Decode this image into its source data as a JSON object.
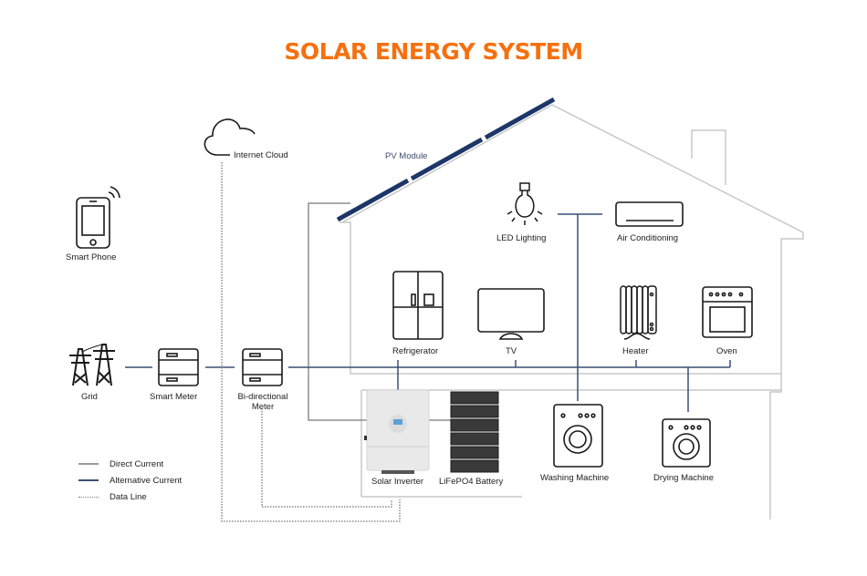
{
  "title": "SOLAR ENERGY SYSTEM",
  "colors": {
    "title": "#f6700f",
    "direct_current": "#9a9a9a",
    "alternative_current": "#3a4f72",
    "data_line": "#8a8a8a",
    "pv_panel": "#1c3668",
    "house_outline": "#c8c8c8",
    "icon_stroke": "#1a1a1a"
  },
  "components": {
    "internet_cloud": "Internet Cloud",
    "smart_phone": "Smart Phone",
    "pv_module": "PV Module",
    "led_lighting": "LED Lighting",
    "air_conditioning": "Air Conditioning",
    "refrigerator": "Refrigerator",
    "tv": "TV",
    "heater": "Heater",
    "oven": "Oven",
    "grid": "Grid",
    "smart_meter": "Smart Meter",
    "bidirectional_meter_line1": "Bi-directional",
    "bidirectional_meter_line2": "Meter",
    "solar_inverter": "Solar Inverter",
    "battery": "LiFePO4 Battery",
    "washing_machine": "Washing Machine",
    "drying_machine": "Drying Machine"
  },
  "legend": [
    {
      "key": "direct_current",
      "label": "Direct Current",
      "style": "solid"
    },
    {
      "key": "alternative_current",
      "label": "Alternative Current",
      "style": "solid"
    },
    {
      "key": "data_line",
      "label": "Data Line",
      "style": "dotted"
    }
  ]
}
